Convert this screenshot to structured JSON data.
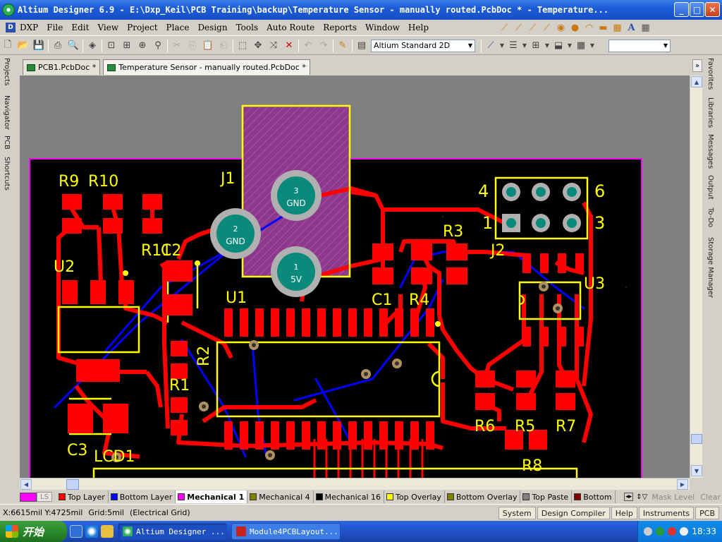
{
  "window": {
    "title": "Altium Designer 6.9 - E:\\Dxp_Keil\\PCB Training\\backup\\Temperature Sensor - manually routed.PcbDoc * - Temperature...",
    "controls": {
      "minimize": "_",
      "maximize": "□",
      "close": "✕"
    }
  },
  "menu": {
    "items": [
      "DXP",
      "File",
      "Edit",
      "View",
      "Project",
      "Place",
      "Design",
      "Tools",
      "Auto Route",
      "Reports",
      "Window",
      "Help"
    ]
  },
  "toolbar": {
    "view_combo": "Altium Standard 2D",
    "right_combo": ""
  },
  "tabs": [
    {
      "label": "PCB1.PcbDoc *",
      "active": false
    },
    {
      "label": "Temperature Sensor - manually routed.PcbDoc *",
      "active": true
    }
  ],
  "left_panels": [
    "Projects",
    "Navigator",
    "PCB",
    "Shortcuts"
  ],
  "right_panels": [
    "Favorites",
    "Libraries",
    "Messages",
    "Output",
    "To-Do",
    "Storage Manager"
  ],
  "pcb": {
    "designators": {
      "r9": "R9",
      "r10": "R10",
      "j1": "J1",
      "u2": "U2",
      "r11": "R11",
      "c2": "C2",
      "u1": "U1",
      "r2": "R2",
      "r1": "R1",
      "c3": "C3",
      "lcd1": "LCD1",
      "c1": "C1",
      "r4": "R4",
      "r3": "R3",
      "j2": "J2",
      "u3": "U3",
      "r6": "R6",
      "r5": "R5",
      "r7": "R7",
      "r8": "R8"
    },
    "j1_pins": [
      {
        "num": "3",
        "label": "GND"
      },
      {
        "num": "2",
        "label": "GND"
      },
      {
        "num": "1",
        "label": "5V"
      }
    ],
    "j2_pin_numbers": {
      "four": "4",
      "six": "6",
      "one": "1",
      "three": "3"
    },
    "colors": {
      "background": "#808080",
      "board": "#000000",
      "outline": "#ff00ff",
      "top_layer": "#ff0000",
      "bottom_layer": "#0000ff",
      "overlay": "#ffff00",
      "pad_text": "#ffffff"
    }
  },
  "layers": {
    "current_label": "LS",
    "tabs": [
      {
        "name": "Top Layer",
        "color": "#ff0000",
        "active": false
      },
      {
        "name": "Bottom Layer",
        "color": "#0000ff",
        "active": false
      },
      {
        "name": "Mechanical 1",
        "color": "#ff00ff",
        "active": true
      },
      {
        "name": "Mechanical 4",
        "color": "#808000",
        "active": false
      },
      {
        "name": "Mechanical 16",
        "color": "#000000",
        "active": false
      },
      {
        "name": "Top Overlay",
        "color": "#ffff00",
        "active": false
      },
      {
        "name": "Bottom Overlay",
        "color": "#808000",
        "active": false
      },
      {
        "name": "Top Paste",
        "color": "#808080",
        "active": false
      },
      {
        "name": "Bottom",
        "color": "#800000",
        "active": false
      }
    ],
    "mask_level": "Mask Level",
    "clear": "Clear"
  },
  "status": {
    "coords": "X:6615mil Y:4725mil",
    "grid": "Grid:5mil",
    "grid_type": "(Electrical Grid)",
    "panels": [
      "System",
      "Design Compiler",
      "Help",
      "Instruments",
      "PCB"
    ]
  },
  "taskbar": {
    "start": "开始",
    "tasks": [
      {
        "label": "Altium Designer ...",
        "active": true
      },
      {
        "label": "Module4PCBLayout...",
        "active": false
      }
    ],
    "clock": "18:33"
  }
}
